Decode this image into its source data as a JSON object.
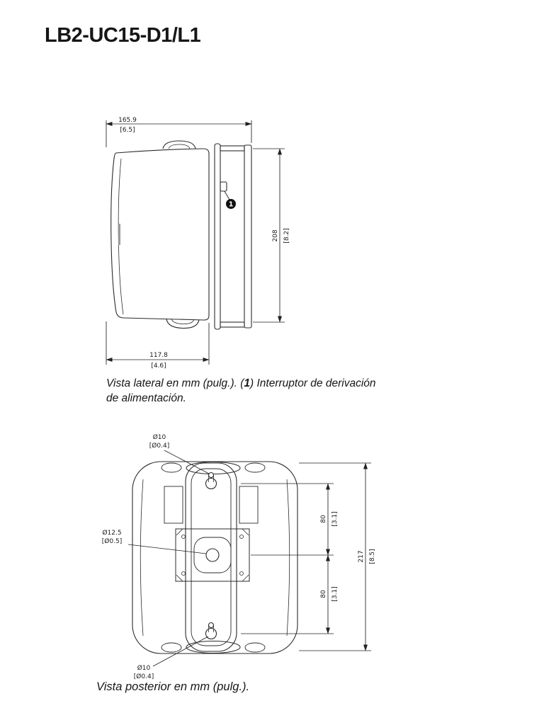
{
  "page": {
    "title": "LB2-UC15-D1/L1"
  },
  "side_view": {
    "dims": {
      "top_mm": "165.9",
      "top_in": "[6.5]",
      "height_mm": "208",
      "height_in": "[8.2]",
      "bottom_mm": "117.8",
      "bottom_in": "[4.6]"
    },
    "callout_number": "1",
    "caption": {
      "part1": "Vista lateral en mm (pulg.). (",
      "bold": "1",
      "part2": ") Interruptor de derivación",
      "line2": "de alimentación."
    }
  },
  "rear_view": {
    "dims": {
      "hole_top_mm": "Ø10",
      "hole_top_in": "[Ø0.4]",
      "hole_center_mm": "Ø12.5",
      "hole_center_in": "[Ø0.5]",
      "upper_spacing_mm": "80",
      "upper_spacing_in": "[3.1]",
      "lower_spacing_mm": "80",
      "lower_spacing_in": "[3.1]",
      "total_mm": "217",
      "total_in": "[8.5]",
      "hole_bottom_mm": "Ø10",
      "hole_bottom_in": "[Ø0.4]"
    },
    "caption": "Vista posterior en mm (pulg.)."
  }
}
